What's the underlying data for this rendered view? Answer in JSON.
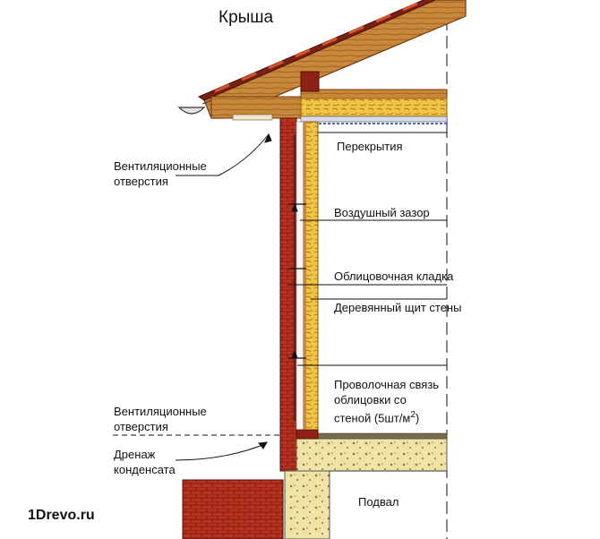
{
  "labels": {
    "roof": "Крыша",
    "floor": "Перекрытия",
    "vents_top_1": "Вентиляционные",
    "vents_top_2": "отверстия",
    "air_gap": "Воздушный зазор",
    "cladding": "Облицовочная кладка",
    "wood_panel": "Деревянный щит стены",
    "wire_tie_1": "Проволочная связь",
    "wire_tie_2": "облицовки со",
    "wire_tie_3": "стеной (5шт/м",
    "wire_tie_sup": "2",
    "wire_tie_end": ")",
    "vents_bottom_1": "Вентиляционные",
    "vents_bottom_2": "отверстия",
    "drainage_1": "Дренаж",
    "drainage_2": "конденсата",
    "basement": "Подвал",
    "brand": "1Drevo.ru"
  },
  "colors": {
    "brick": "#b8321f",
    "brick_dark": "#6e1d10",
    "wood": "#c9873a",
    "wood_dark": "#7a4a1a",
    "insulation": "#f0c545",
    "concrete": "#efe3a6",
    "line": "#111111"
  }
}
